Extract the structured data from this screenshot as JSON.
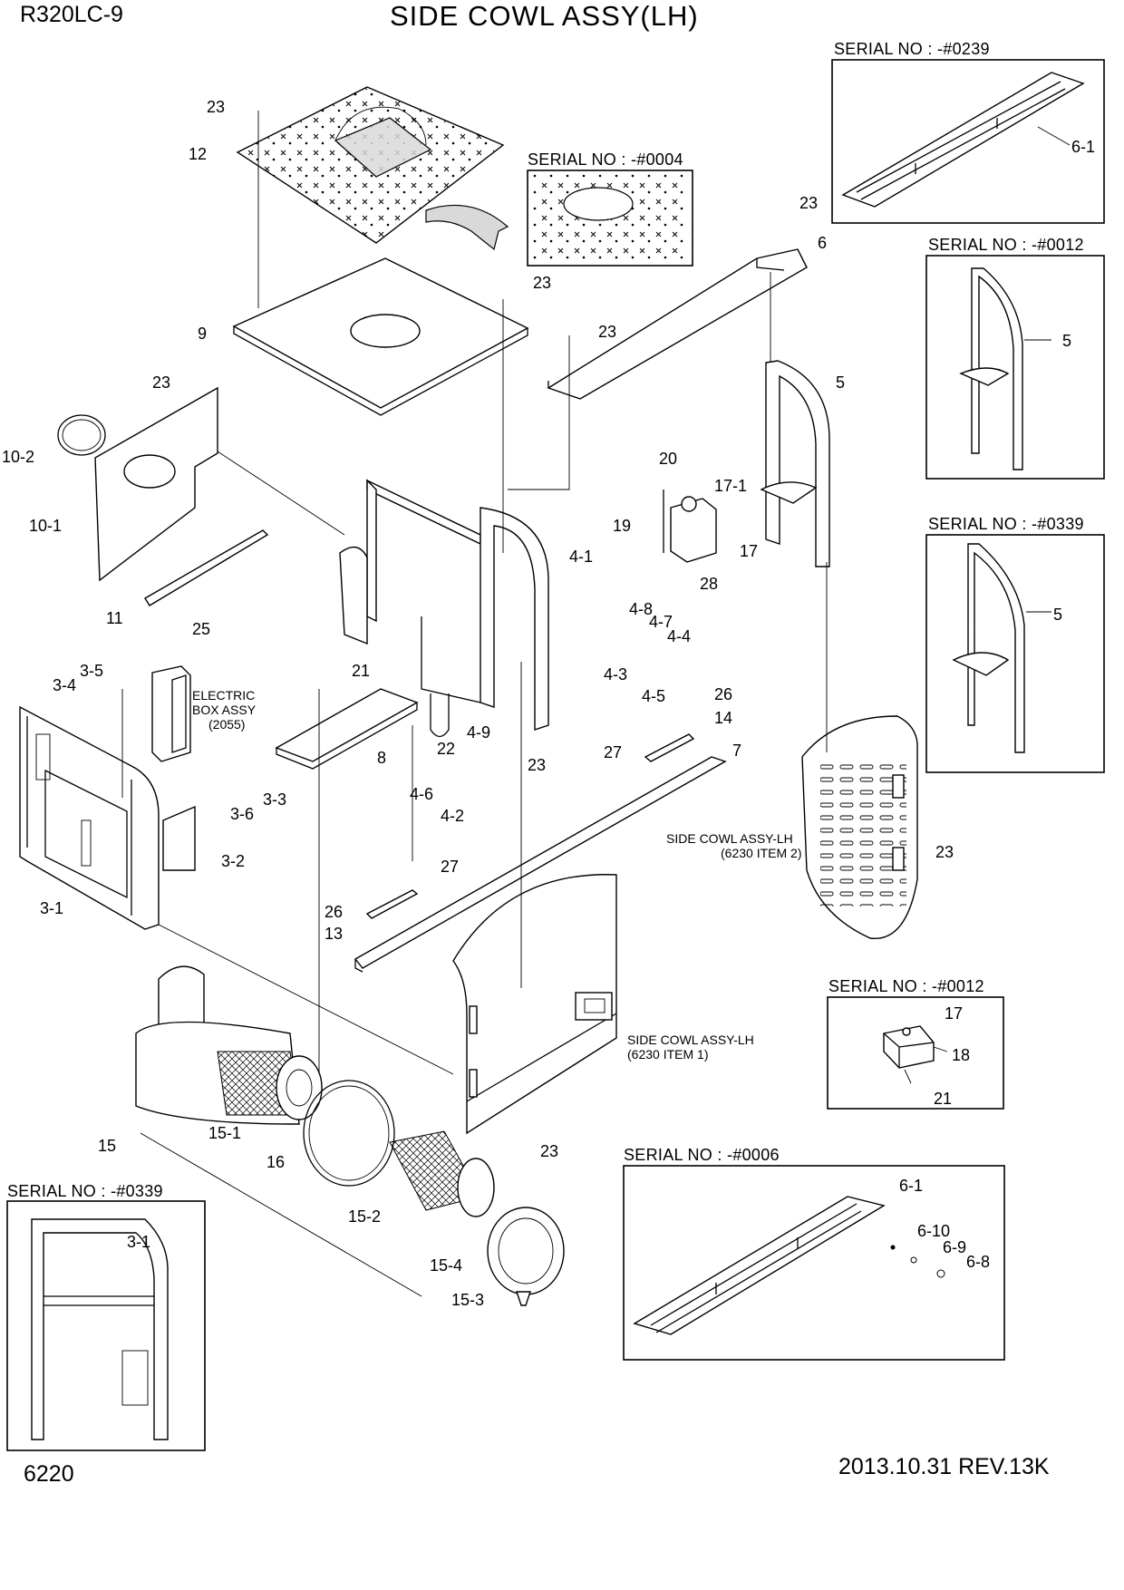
{
  "header": {
    "model": "R320LC-9",
    "title": "SIDE COWL ASSY(LH)"
  },
  "footer": {
    "page_number": "6220",
    "revision": "2013.10.31  REV.13K"
  },
  "serial_boxes": [
    "SERIAL NO : -#0239",
    "SERIAL NO : -#0012",
    "SERIAL NO : -#0339",
    "SERIAL NO : -#0004",
    "SERIAL NO : -#0012",
    "SERIAL NO : -#0006",
    "SERIAL NO : -#0339"
  ],
  "notes": {
    "electric_box": [
      "ELECTRIC",
      "BOX ASSY",
      "(2055)"
    ],
    "side_cowl_item2": [
      "SIDE COWL ASSY-LH",
      "(6230 ITEM 2)"
    ],
    "side_cowl_item1": [
      "SIDE COWL ASSY-LH",
      "(6230 ITEM 1)"
    ]
  },
  "callouts": [
    "23",
    "12",
    "9",
    "23",
    "23",
    "23",
    "10-2",
    "10-1",
    "11",
    "25",
    "3-5",
    "3-4",
    "21",
    "8",
    "22",
    "4-9",
    "4-6",
    "4-2",
    "4-1",
    "4-8",
    "4-7",
    "4-4",
    "4-3",
    "4-5",
    "23",
    "26",
    "14",
    "27",
    "7",
    "3-3",
    "3-6",
    "3-2",
    "3-1",
    "27",
    "26",
    "13",
    "20",
    "17-1",
    "19",
    "17",
    "28",
    "6",
    "23",
    "5",
    "6-1",
    "5",
    "5",
    "23",
    "15",
    "15-1",
    "16",
    "15-2",
    "15-4",
    "15-3",
    "23",
    "17",
    "18",
    "21",
    "6-1",
    "6-10",
    "6-9",
    "6-8",
    "3-1"
  ]
}
